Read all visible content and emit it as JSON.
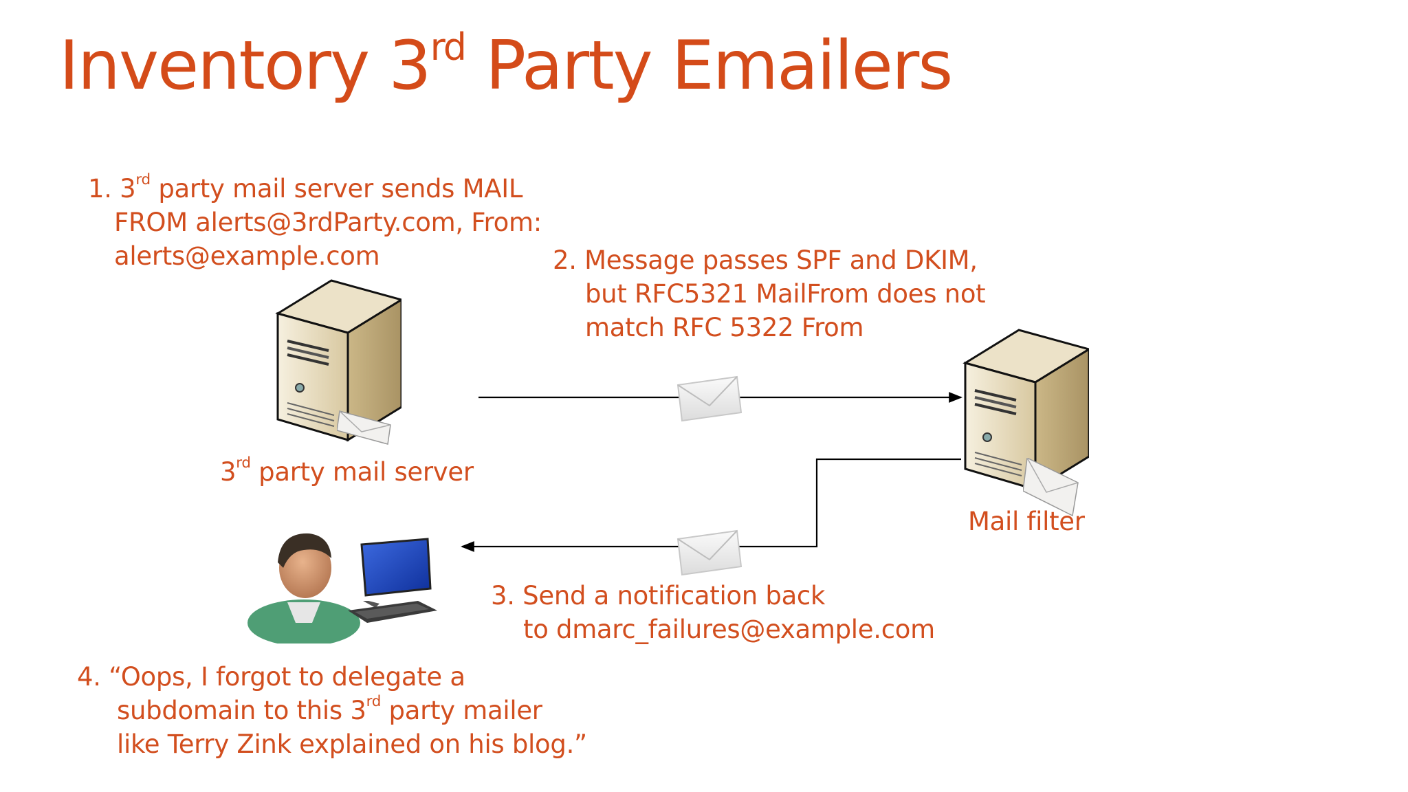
{
  "slide": {
    "title_pre": "Inventory 3",
    "title_sup": "rd",
    "title_post": " Party Emailers"
  },
  "step1": {
    "line1_pre": "1. 3",
    "line1_sup": "rd",
    "line1_post": " party mail server sends MAIL",
    "line2": "FROM alerts@3rdParty.com, From:",
    "line3": "alerts@example.com"
  },
  "step2": {
    "line1": "2. Message passes SPF and DKIM,",
    "line2": "but RFC5321 MailFrom does not",
    "line3": "match RFC 5322 From"
  },
  "step3": {
    "line1": "3. Send a notification back",
    "line2": "to dmarc_failures@example.com"
  },
  "step4": {
    "line1": "4. “Oops, I forgot to delegate a",
    "line2_pre": "subdomain to this 3",
    "line2_sup": "rd",
    "line2_post": " party mailer",
    "line3": "like Terry Zink explained on his blog.”"
  },
  "labels": {
    "sender_pre": "3",
    "sender_sup": "rd",
    "sender_post": " party mail server",
    "filter": "Mail filter"
  },
  "icons": {
    "sender": "server-icon",
    "filter": "server-icon",
    "envelope": "envelope-icon",
    "admin": "user-at-computer-icon"
  },
  "colors": {
    "text": "#d24e1e",
    "line": "#000000",
    "server_beige": "#d9c9a3"
  }
}
